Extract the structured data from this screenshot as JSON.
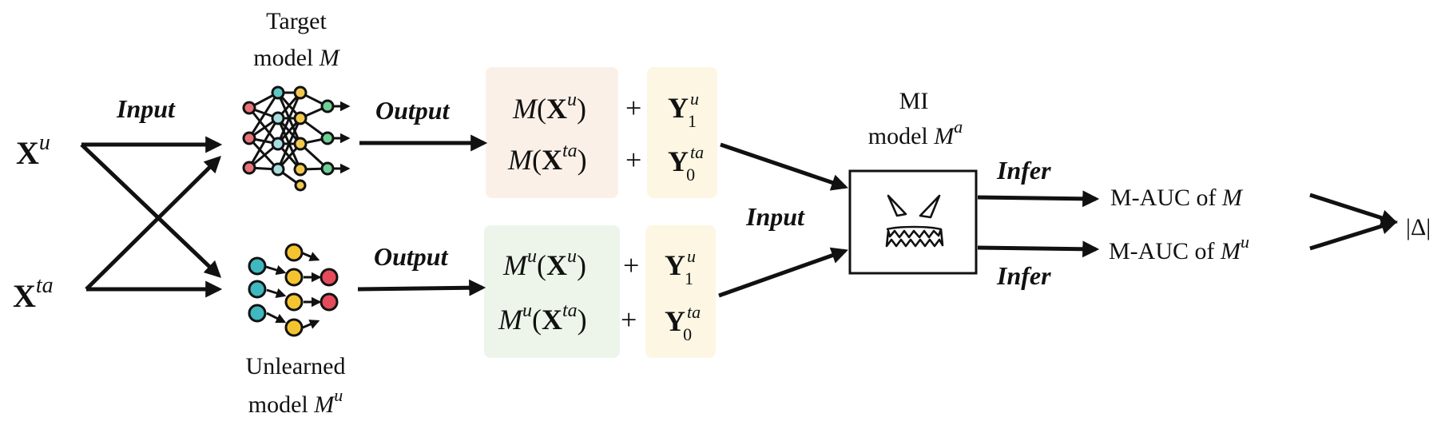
{
  "inputs": {
    "x_u": {
      "base": "X",
      "sup": "u"
    },
    "x_ta": {
      "base": "X",
      "sup": "ta"
    }
  },
  "edge_labels": {
    "input_1": "Input",
    "output_1": "Output",
    "output_2": "Output",
    "input_2": "Input",
    "infer_1": "Infer",
    "infer_2": "Infer"
  },
  "target_model": {
    "line1": "Target",
    "line2_text": "model ",
    "line2_sym": "M"
  },
  "unlearned_model": {
    "line1": "Unlearned",
    "line2_text": "model ",
    "line2_sym": "M",
    "line2_sup": "u"
  },
  "mi_model": {
    "line1": "MI",
    "line2_text": "model ",
    "line2_sym": "M",
    "line2_sup": "a"
  },
  "upper_outputs": [
    {
      "fn": "M",
      "arg": "X",
      "arg_sup": "u",
      "plus": "+",
      "y": "Y",
      "y_sub": "1",
      "y_sup": "u"
    },
    {
      "fn": "M",
      "arg": "X",
      "arg_sup": "ta",
      "plus": "+",
      "y": "Y",
      "y_sub": "0",
      "y_sup": "ta"
    }
  ],
  "lower_outputs": [
    {
      "fn": "M",
      "fn_sup": "u",
      "arg": "X",
      "arg_sup": "u",
      "plus": "+",
      "y": "Y",
      "y_sub": "1",
      "y_sup": "u"
    },
    {
      "fn": "M",
      "fn_sup": "u",
      "arg": "X",
      "arg_sup": "ta",
      "plus": "+",
      "y": "Y",
      "y_sub": "0",
      "y_sup": "ta"
    }
  ],
  "results": [
    {
      "text": "M-AUC of ",
      "sym": "M"
    },
    {
      "text": "M-AUC of ",
      "sym": "M",
      "sup": "u"
    }
  ],
  "delta": "|Δ|",
  "colors": {
    "upper_output_bg": "#fbf0e8",
    "lower_output_bg": "#edf5ea",
    "label_bg": "#fdf6e3",
    "node_red": "#e8727c",
    "node_teal": "#5ec8c4",
    "node_yellow": "#f2c94c",
    "node_green": "#6fcf97",
    "node_pale": "#a8dde0",
    "node_bright_red": "#e64b5c",
    "node_cyan": "#3fb8bf",
    "node_gold": "#f4c430"
  },
  "icons": {
    "target_model_icon": "neural-network-icon",
    "unlearned_model_icon": "node-graph-icon",
    "mi_model_icon": "evil-face-icon"
  }
}
